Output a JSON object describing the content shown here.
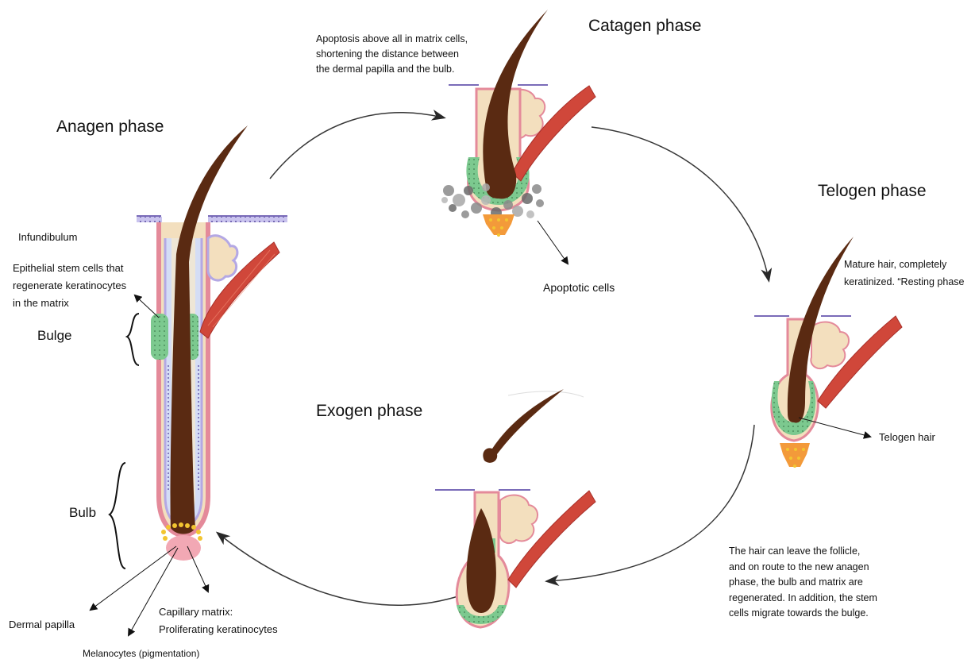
{
  "phases": {
    "anagen": "Anagen phase",
    "catagen": "Catagen phase",
    "telogen": "Telogen phase",
    "exogen": "Exogen phase"
  },
  "anagen_labels": {
    "infundibulum": "Infundibulum",
    "stem_cells": "Epithelial stem cells that\nregenerate keratinocytes\nin the matrix",
    "bulge": "Bulge",
    "bulb": "Bulb",
    "dermal_papilla": "Dermal papilla",
    "capillary_matrix": "Capillary matrix:\nProliferating keratinocytes",
    "melanocytes": "Melanocytes (pigmentation)"
  },
  "catagen_labels": {
    "description": "Apoptosis above all in matrix cells,\nshortening the distance between\nthe dermal papilla and the bulb.",
    "apoptotic_cells": "Apoptotic cells"
  },
  "telogen_labels": {
    "description": "Mature hair, completely\nkeratinized. “Resting phase",
    "telogen_hair": "Telogen hair"
  },
  "exogen_labels": {
    "description": "The hair can leave the follicle,\nand on route to the new anagen\nphase, the bulb and matrix are\nregenerated. In addition, the stem\ncells migrate towards the bulge."
  },
  "colors": {
    "hair": "#5a2a12",
    "skin_line": "#7a6bb8",
    "follicle_pink": "#e48a9a",
    "sheath_tan": "#f3dfbe",
    "stem_green": "#7cc98f",
    "muscle_red": "#d0473a",
    "dermal_pink": "#f2a8b4",
    "melanocyte_yellow": "#f2c531",
    "apoptotic_gray": "#8a8a8a",
    "papilla_orange": "#f39a3a"
  }
}
